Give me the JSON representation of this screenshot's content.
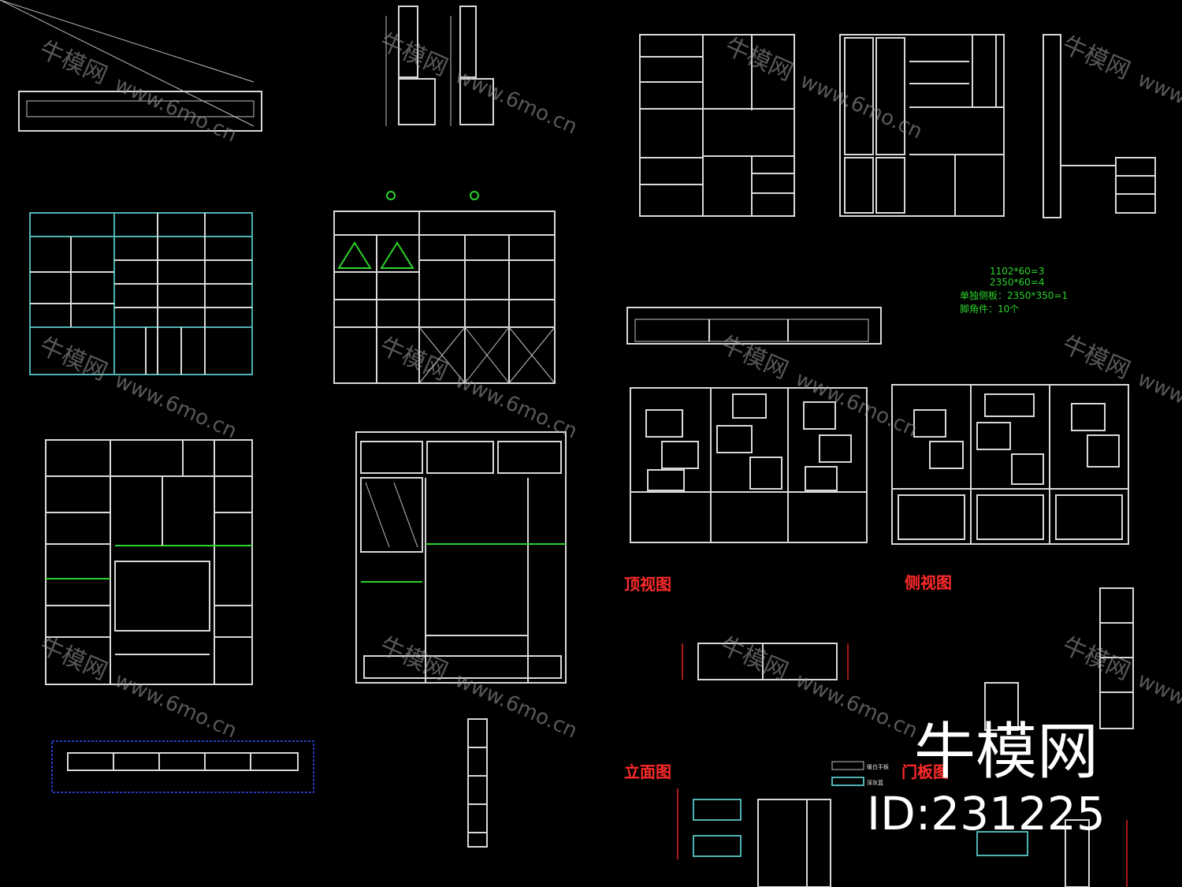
{
  "watermark": {
    "brand": "牛模网",
    "url": "www.6mo.cn"
  },
  "brand_logo": {
    "name": "牛模网",
    "id_text": "ID:231225"
  },
  "view_titles": {
    "top_view": "顶视图",
    "side_view": "侧视图",
    "elevation": "立面图",
    "door_panel": "门板图"
  },
  "material_notes": {
    "line1": "1102*60=3",
    "line2": "2350*60=4",
    "line3": "单独侧板：2350*350=1",
    "line4": "脚角件：10个"
  },
  "legend": {
    "white_board": "暖白手板",
    "blue_board": "深灰蓝"
  },
  "palette": {
    "background": "#000000",
    "line": "#d8d8d8",
    "green": "#2bd32b",
    "cyan": "#4fb3b3",
    "red": "#ff2a2a"
  }
}
